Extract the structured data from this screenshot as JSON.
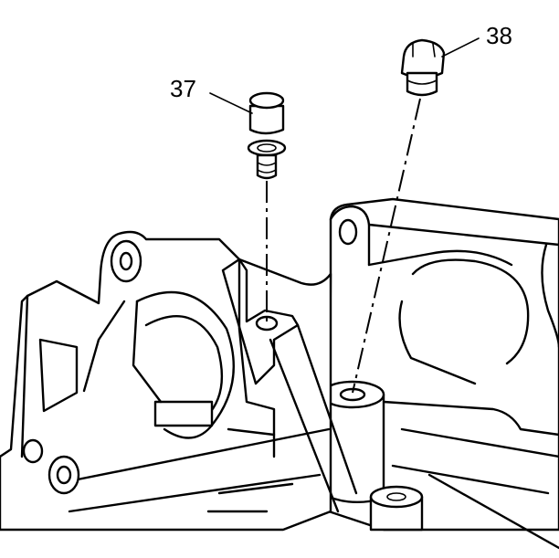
{
  "callouts": [
    {
      "id": "37",
      "label": "37"
    },
    {
      "id": "38",
      "label": "38"
    }
  ]
}
